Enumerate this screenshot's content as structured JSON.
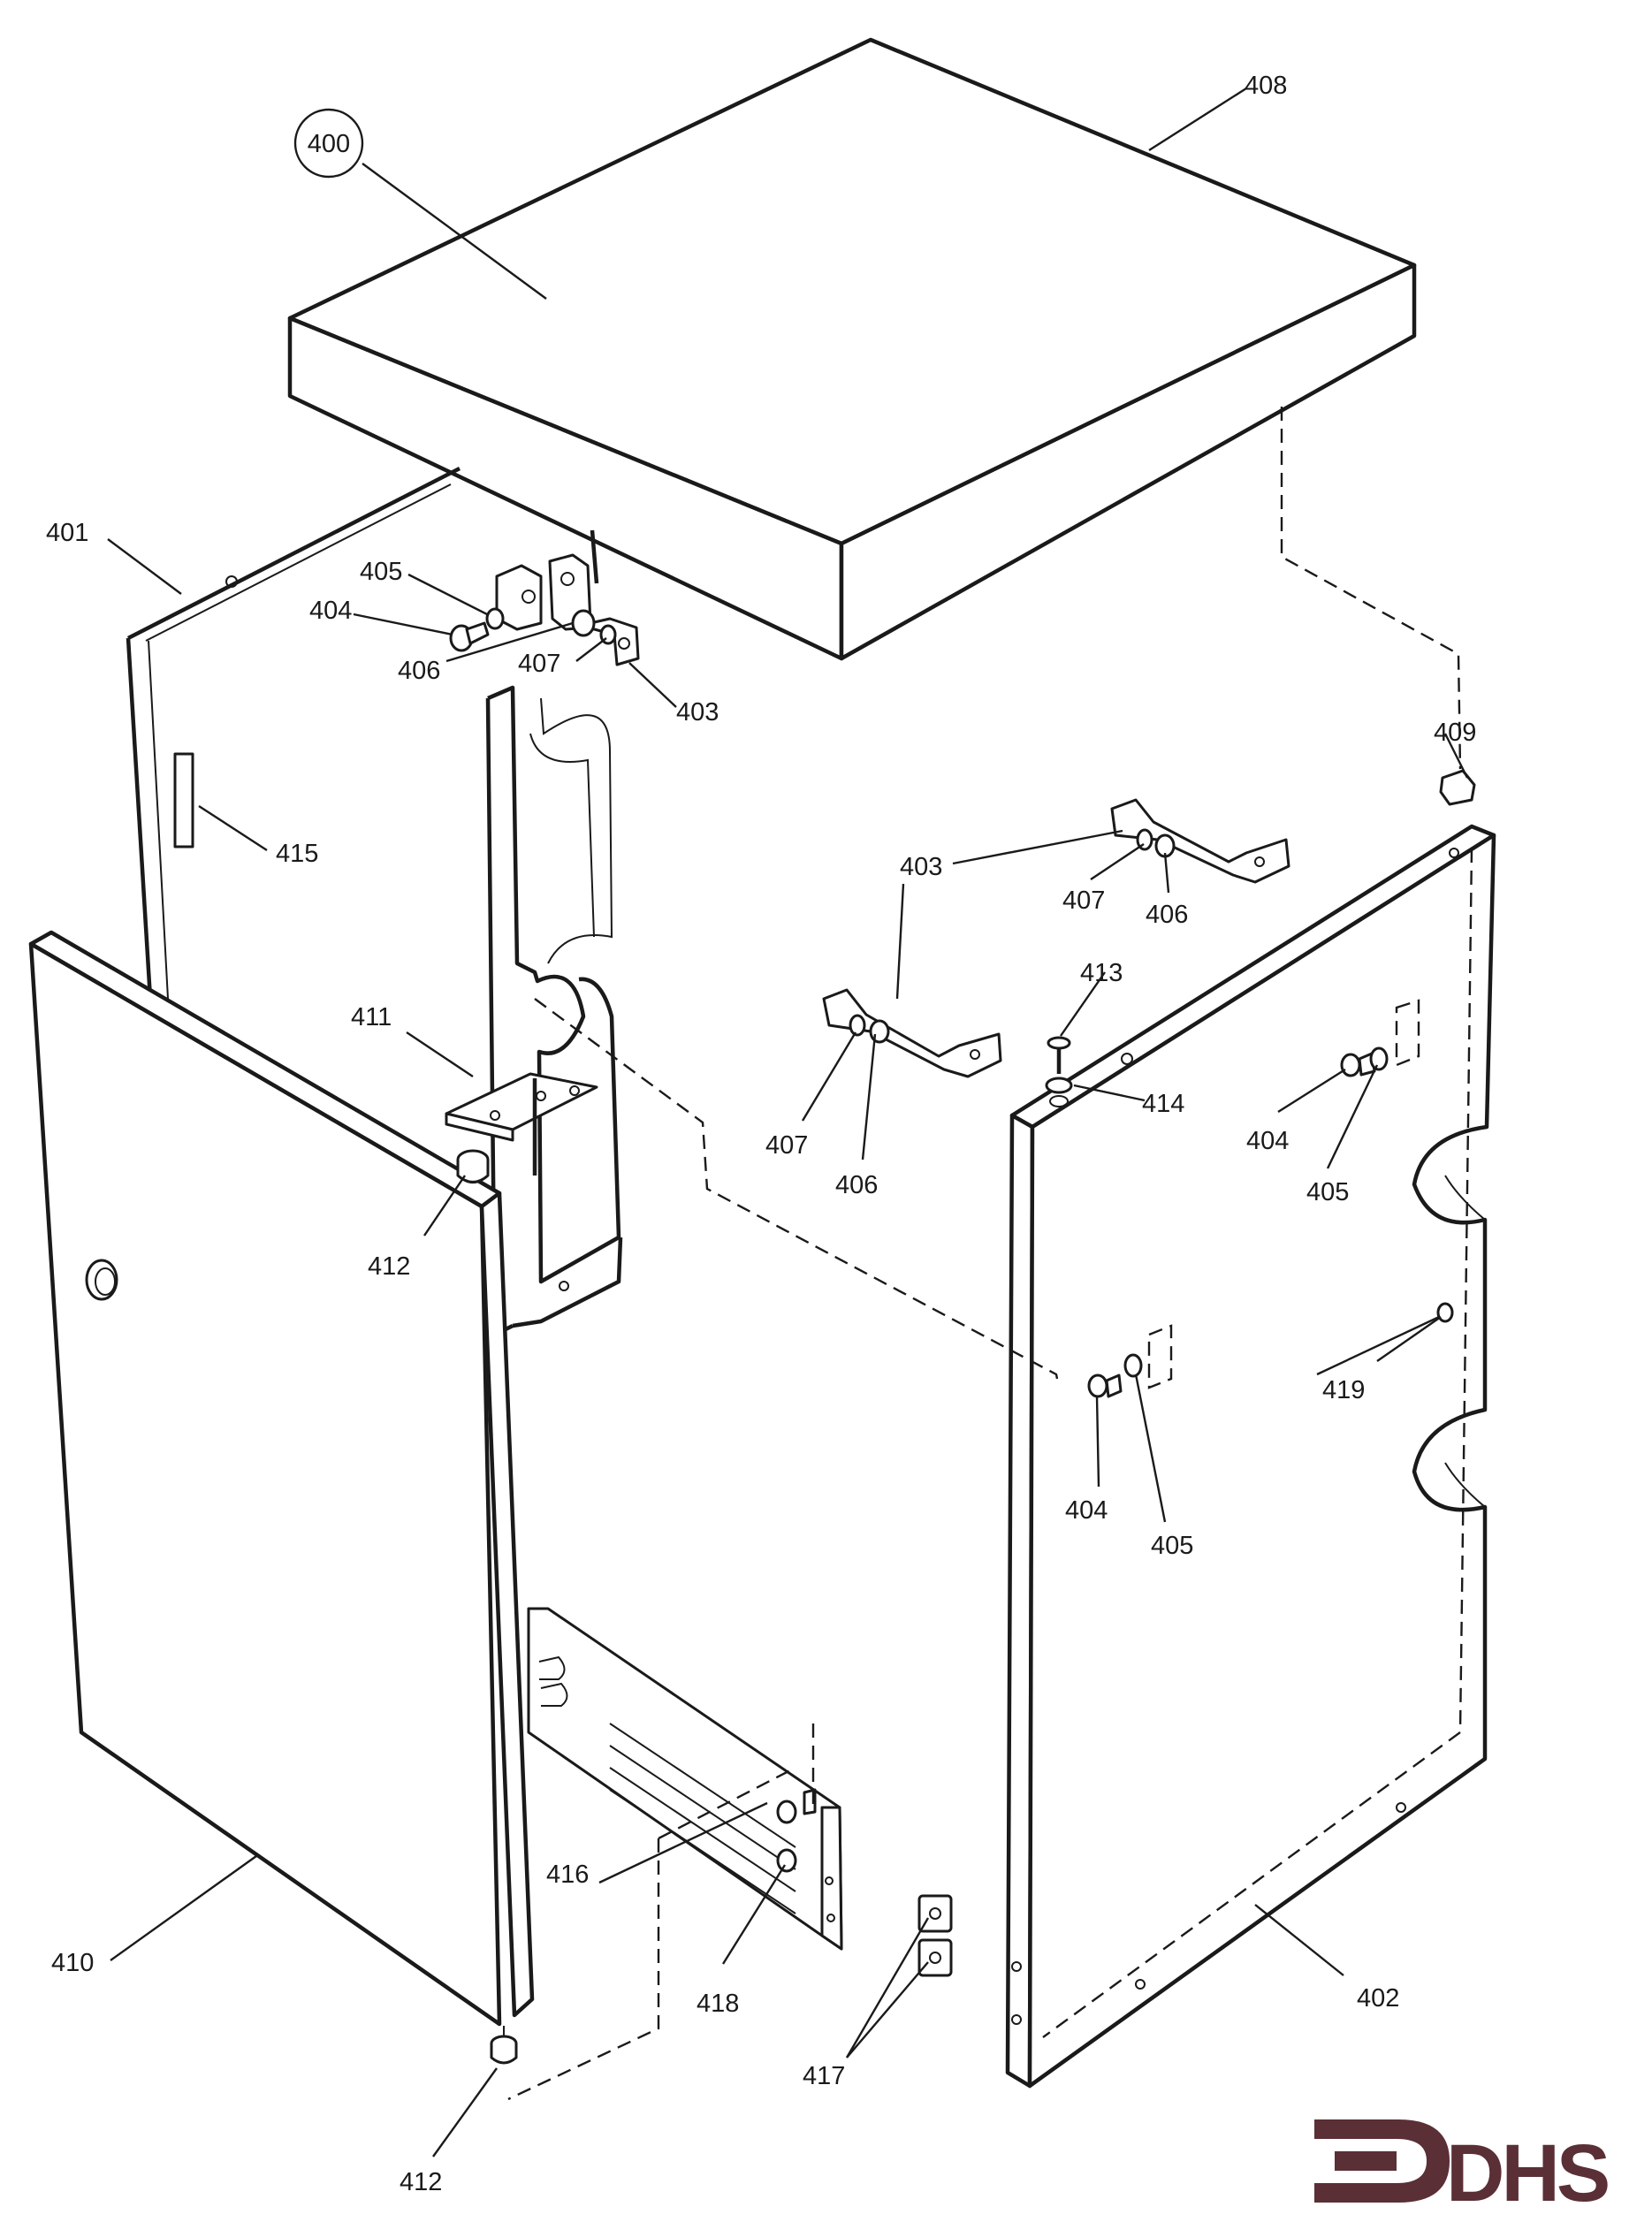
{
  "assembly_label": "400",
  "callouts": {
    "c401": "401",
    "c402": "402",
    "c403a": "403",
    "c403b": "403",
    "c404a": "404",
    "c404b": "404",
    "c404c": "404",
    "c405a": "405",
    "c405b": "405",
    "c405c": "405",
    "c406a": "406",
    "c406b": "406",
    "c406c": "406",
    "c407a": "407",
    "c407b": "407",
    "c407c": "407",
    "c408": "408",
    "c409": "409",
    "c410": "410",
    "c411": "411",
    "c412a": "412",
    "c412b": "412",
    "c413": "413",
    "c414": "414",
    "c415": "415",
    "c416": "416",
    "c417": "417",
    "c418": "418",
    "c419": "419"
  },
  "logo": {
    "text": "DHS",
    "color": "#5a2f35"
  },
  "colors": {
    "line": "#1a1a1a",
    "background": "#ffffff"
  }
}
